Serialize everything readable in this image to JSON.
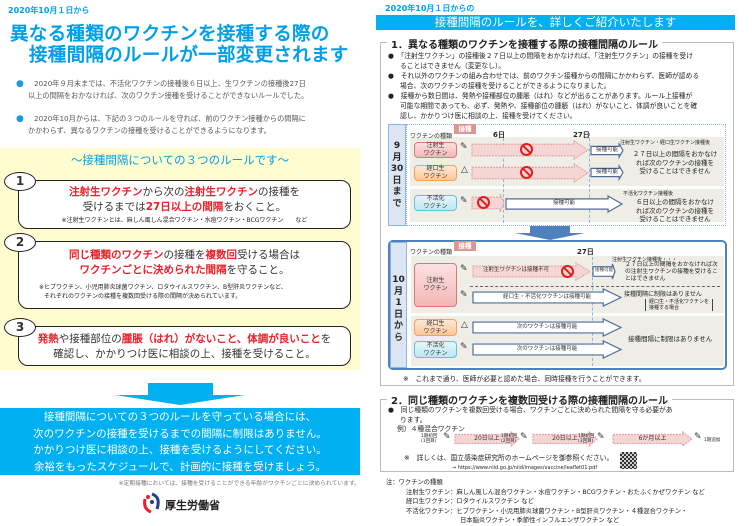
{
  "left": {
    "date": "2020年10月１日から",
    "title_line1": "異なる種類のワクチンを接種する際の",
    "title_line2": "接種間隔のルールが一部変更されます",
    "bullets": [
      {
        "l1": "2020年９月末までは、不活化ワクチンの接種後６日以上、生ワクチンの接種後27日",
        "l2": "以上の間隔をおかなければ、次のワクチン接種を受けることができないルールでした。"
      },
      {
        "l1": "2020年10月からは、下記の３つのルールを守れば、前のワクチン接種からの間隔に",
        "l2": "かかわらず、異なるワクチンの接種を受けることができるようになります。"
      }
    ],
    "rules_heading": "～接種間隔についての３つのルールです～",
    "rules": [
      {
        "num": "1",
        "a": "注射生ワクチン",
        "b": "から次の",
        "c": "注射生ワクチン",
        "d": "の接種を",
        "e": "受けるまでは",
        "f": "27日以上の間隔",
        "g": "をおくこと。",
        "note": "※注射生ワクチンとは、麻しん風しん混合ワクチン・水痘ワクチン・BCGワクチン　　など"
      },
      {
        "num": "2",
        "a": "同じ種類のワクチン",
        "b": "の接種を",
        "c": "複数回",
        "d": "受ける場合は",
        "e": "ワクチンごとに決められた間隔",
        "f": "を守ること。",
        "note1": "※ヒブワクチン、小児用肺炎球菌ワクチン、ロタウイルスワクチン、B型肝炎ワクチンなど、",
        "note2": "それぞれのワクチンの接種を複数回受ける際の間隔が決められています。"
      },
      {
        "num": "3",
        "a": "発熱",
        "b": "や接種部位の",
        "c": "腫脹（はれ）がないこと、体調が良いこと",
        "d": "を",
        "e": "確認し、かかりつけ医に相談の上、接種を受けること。"
      }
    ],
    "summary": [
      "接種間隔についての３つのルールを守っている場合には、",
      "次のワクチンの接種を受けるまでの間隔に制限はありません。",
      "かかりつけ医に相談の上、接種を受けるようにしてください。",
      "余裕をもったスケジュールで、計画的に接種を受けましょう。"
    ],
    "footnote": "※定期接種においては、接種を受けることができる年齢がワクチンごとに決められています。",
    "logo_text": "厚生労働省"
  },
  "right": {
    "date": "2020年10月１日からの",
    "banner": "接種間隔のルールを、詳しくご紹介いたします",
    "sec1": {
      "title": "1．異なる種類のワクチンを接種する際の接種間隔のルール",
      "bullets": [
        [
          "「注射生ワクチン」の接種後２７日以上の間隔をおかなければ、「注射生ワクチン」の接種を受け",
          "ることはできません（変更なし）。"
        ],
        [
          "それ以外のワクチンの組み合わせでは、前のワクチン接種からの間隔にかかわらず、医師が認める",
          "場合、次のワクチンの接種を受けることができるようになりました。"
        ],
        [
          "接種から数日間は、発熱や接種部位の腫脹（はれ）などが出ることがあります。ルール上接種が",
          "可能な期間であっても、必ず、発熱や、接種部位の腫脹（はれ）がないこと、体調が良いことを確",
          "認し、かかりつけ医に相談の上、接種を受けてください。"
        ]
      ],
      "before": {
        "label": [
          "9",
          "月",
          "30",
          "日",
          "ま",
          "で"
        ],
        "col_header": "ワクチンの種類",
        "inject": "接種",
        "day6": "6日",
        "day27": "27日",
        "rows": [
          "注射生\nワクチン",
          "経口生\nワクチン",
          "不活化\nワクチン"
        ],
        "ok": "接種可能",
        "live_header": "注射生ワクチン・経口生ワクチン接種後",
        "live_text": [
          "２７日以上の間隔をおかなけ",
          "れば次のワクチンの接種を",
          "受けることはできません"
        ],
        "inact_header": "不活化ワクチン接種後",
        "inact_text": [
          "６日以上の間隔をおかなけ",
          "れば次のワクチンの接種を",
          "受けることはできません"
        ]
      },
      "after": {
        "label": [
          "10",
          "月",
          "1",
          "日",
          "か",
          "ら"
        ],
        "col_header": "ワクチンの種類",
        "inject": "接種",
        "day27": "27日",
        "rows": [
          "注射生\nワクチン",
          "経口生\nワクチン",
          "不活化\nワクチン"
        ],
        "live_ng": "注射生ワクチンは接種不可",
        "ok2": "接種可能",
        "live_header": "注射生ワクチン接種後・・・",
        "live_text": [
          "２７日以上の間隔をおかなければ次",
          "の注射生ワクチンの接種を受けるこ",
          "とはできません"
        ],
        "other_ok": "経口生・不活化ワクチンは接種可能",
        "no_limit": "接種間隔に制限はありません",
        "paren": [
          "経口生・不活化ワクチンを",
          "接種する場合"
        ],
        "next_ok": "次のワクチンは接種可能",
        "no_limit2": "接種間隔に制限はありません"
      },
      "note": "※　これまで通り、医師が必要と認めた場合、同時接種を行うことができます。"
    },
    "sec2": {
      "title": "2．同じ種類のワクチンを複数回受ける際の接種間隔のルール",
      "bullet": [
        "同じ種類のワクチンを複数回受ける場合、ワクチンごとに決められた間隔を守る必要があ",
        "ります。"
      ],
      "example": "例）４種混合ワクチン",
      "steps": [
        [
          "1期初回",
          "(1回目)"
        ],
        [
          "1期初回",
          "(2回目)"
        ],
        [
          "1期初回",
          "(3回目)"
        ],
        [
          "1期追加"
        ]
      ],
      "gaps": [
        "20日以上",
        "20日以上",
        "6か月以上"
      ],
      "more": "※　詳しくは、国立感染症研究所のホームページを御参照ください。",
      "url": "⇒ https://www.niid.go.jp/niid/images/vaccine/leaflet01.pdf"
    },
    "types": {
      "heading": "注：ワクチンの種類",
      "live": "注射生ワクチン：麻しん風しん混合ワクチン・水痘ワクチン・BCGワクチン・おたふくかぜワクチン など",
      "oral": "経口生ワクチン：ロタウイルスワクチン など",
      "inact1": "不活化ワクチン：ヒブワクチン・小児用肺炎球菌ワクチン・B型肝炎ワクチン・４種混合ワクチン・",
      "inact2": "日本脳炎ワクチン・季節性インフルエンザワクチン など"
    }
  },
  "colors": {
    "cyan": "#00a0e9",
    "banner": "#00b0f0",
    "red": "#e8222a",
    "yellow": "#fffdd0",
    "arrow_blue": "#4f81bd"
  }
}
